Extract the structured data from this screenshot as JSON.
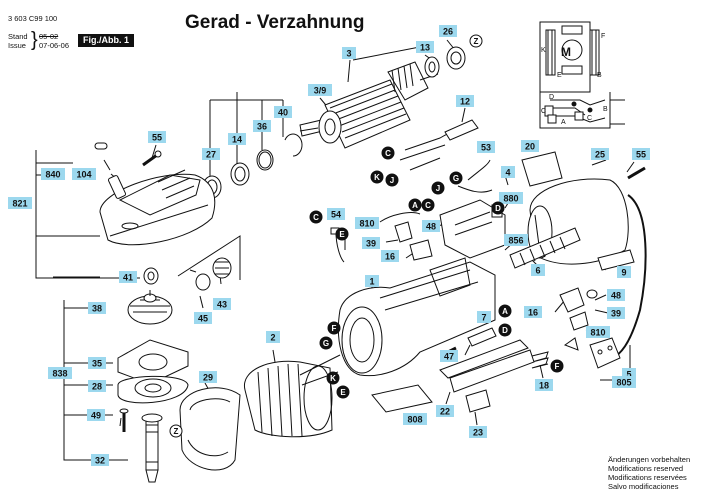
{
  "header": {
    "part_number": "3 603 C99 100",
    "stand_label": "Stand",
    "issue_label": "Issue",
    "stand_date": "05-02",
    "issue_date": "07-06-06",
    "fig_label": "Fig./Abb. 1"
  },
  "title": "Gerad - Verzahnung",
  "footer": {
    "lines": [
      "Änderungen vorbehalten",
      "Modifications reserved",
      "Modifications reservées",
      "Salvo modificaciones"
    ]
  },
  "colors": {
    "label_fill": "#9cd8ee",
    "line": "#111111"
  },
  "part_labels": [
    {
      "id": "p3",
      "text": "3"
    },
    {
      "id": "p13",
      "text": "13"
    },
    {
      "id": "p26",
      "text": "26"
    },
    {
      "id": "p39a",
      "text": "3/9"
    },
    {
      "id": "p12",
      "text": "12"
    },
    {
      "id": "p40",
      "text": "40"
    },
    {
      "id": "p36",
      "text": "36"
    },
    {
      "id": "p14",
      "text": "14"
    },
    {
      "id": "p27",
      "text": "27"
    },
    {
      "id": "p55a",
      "text": "55"
    },
    {
      "id": "p840",
      "text": "840"
    },
    {
      "id": "p104",
      "text": "104"
    },
    {
      "id": "p821",
      "text": "821"
    },
    {
      "id": "p41",
      "text": "41"
    },
    {
      "id": "p38",
      "text": "38"
    },
    {
      "id": "p838",
      "text": "838"
    },
    {
      "id": "p35",
      "text": "35"
    },
    {
      "id": "p28",
      "text": "28"
    },
    {
      "id": "p49",
      "text": "49"
    },
    {
      "id": "p32",
      "text": "32"
    },
    {
      "id": "p45",
      "text": "45"
    },
    {
      "id": "p43",
      "text": "43"
    },
    {
      "id": "p2",
      "text": "2"
    },
    {
      "id": "p29",
      "text": "29"
    },
    {
      "id": "p54",
      "text": "54"
    },
    {
      "id": "p810a",
      "text": "810"
    },
    {
      "id": "p39b",
      "text": "39"
    },
    {
      "id": "p16a",
      "text": "16"
    },
    {
      "id": "p48a",
      "text": "48"
    },
    {
      "id": "p1",
      "text": "1"
    },
    {
      "id": "p53",
      "text": "53"
    },
    {
      "id": "p20",
      "text": "20"
    },
    {
      "id": "p25",
      "text": "25"
    },
    {
      "id": "p55b",
      "text": "55"
    },
    {
      "id": "p4",
      "text": "4"
    },
    {
      "id": "p880",
      "text": "880"
    },
    {
      "id": "p856",
      "text": "856"
    },
    {
      "id": "p6",
      "text": "6"
    },
    {
      "id": "p9",
      "text": "9"
    },
    {
      "id": "p7",
      "text": "7"
    },
    {
      "id": "p47",
      "text": "47"
    },
    {
      "id": "p16b",
      "text": "16"
    },
    {
      "id": "p48b",
      "text": "48"
    },
    {
      "id": "p39c",
      "text": "39"
    },
    {
      "id": "p810b",
      "text": "810"
    },
    {
      "id": "p18",
      "text": "18"
    },
    {
      "id": "p22",
      "text": "22"
    },
    {
      "id": "p23",
      "text": "23"
    },
    {
      "id": "p808",
      "text": "808"
    },
    {
      "id": "p5",
      "text": "5"
    },
    {
      "id": "p805",
      "text": "805"
    }
  ],
  "circle_labels": [
    {
      "id": "cZ1",
      "text": "Z"
    },
    {
      "id": "cC1",
      "text": "C"
    },
    {
      "id": "cK1",
      "text": "K"
    },
    {
      "id": "cJ1",
      "text": "J"
    },
    {
      "id": "cE1",
      "text": "E"
    },
    {
      "id": "cC2",
      "text": "C"
    },
    {
      "id": "cJ2",
      "text": "J"
    },
    {
      "id": "cG1",
      "text": "G"
    },
    {
      "id": "cA1",
      "text": "A"
    },
    {
      "id": "cC3",
      "text": "C"
    },
    {
      "id": "cD1",
      "text": "D"
    },
    {
      "id": "cF1",
      "text": "F"
    },
    {
      "id": "cG2",
      "text": "G"
    },
    {
      "id": "cK2",
      "text": "K"
    },
    {
      "id": "cE2",
      "text": "E"
    },
    {
      "id": "cZ2",
      "text": "Z"
    },
    {
      "id": "cA2",
      "text": "A"
    },
    {
      "id": "cD2",
      "text": "D"
    },
    {
      "id": "cF2",
      "text": "F"
    }
  ],
  "schematic": {
    "motor_label": "M",
    "terminals": [
      "K",
      "F",
      "E",
      "B",
      "D",
      "C",
      "A",
      "C",
      "B"
    ]
  }
}
